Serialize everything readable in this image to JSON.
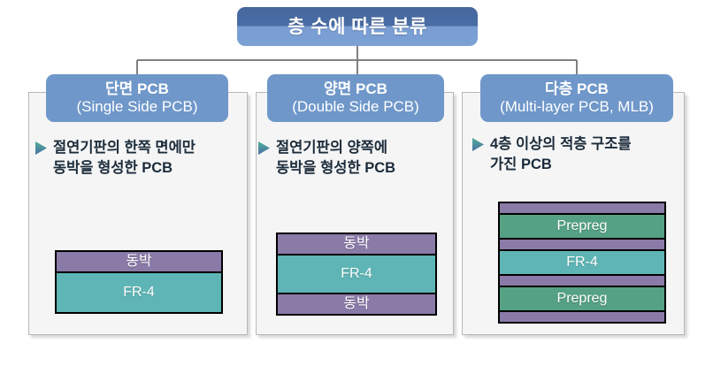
{
  "diagram": {
    "root": {
      "label": "층 수에 따른 분류"
    },
    "branches": [
      {
        "id": "single-side",
        "title_ko": "단면 PCB",
        "title_en": "(Single Side PCB)",
        "bullet": "절연기판의 한쪽 면에만\n동박을 형성한 PCB",
        "bullet_glyph": "triangle-right",
        "stack": {
          "name": "single-side-stack",
          "layers": [
            {
              "label": "동박",
              "color": "#8a7aa8",
              "height": 22
            },
            {
              "label": "FR-4",
              "color": "#5fb5b5",
              "height": 44
            }
          ]
        }
      },
      {
        "id": "double-side",
        "title_ko": "양면 PCB",
        "title_en": "(Double Side PCB)",
        "bullet": "절연기판의 양쪽에\n동박을 형성한 PCB",
        "bullet_glyph": "triangle-right",
        "stack": {
          "name": "double-side-stack",
          "layers": [
            {
              "label": "동박",
              "color": "#8a7aa8",
              "height": 22
            },
            {
              "label": "FR-4",
              "color": "#5fb5b5",
              "height": 42
            },
            {
              "label": "동박",
              "color": "#8a7aa8",
              "height": 22
            }
          ]
        }
      },
      {
        "id": "multi-layer",
        "title_ko": "다층 PCB",
        "title_en": "(Multi-layer PCB, MLB)",
        "bullet": "4층 이상의 적층 구조를\n가진 PCB",
        "bullet_glyph": "triangle-right",
        "stack": {
          "name": "multi-layer-stack",
          "layers": [
            {
              "label": "",
              "color": "#8a7aa8",
              "height": 11
            },
            {
              "label": "Prepreg",
              "color": "#55a183",
              "height": 26
            },
            {
              "label": "",
              "color": "#8a7aa8",
              "height": 11
            },
            {
              "label": "FR-4",
              "color": "#5fb5b5",
              "height": 26
            },
            {
              "label": "",
              "color": "#8a7aa8",
              "height": 11
            },
            {
              "label": "Prepreg",
              "color": "#55a183",
              "height": 26
            },
            {
              "label": "",
              "color": "#8a7aa8",
              "height": 11
            }
          ]
        }
      }
    ],
    "colors": {
      "root_box_top": "#46679e",
      "root_box_bottom": "#7ba0d4",
      "category_box": "#6f97c9",
      "panel_fill": "#f5f5f5",
      "panel_border": "#b8b8b8",
      "connector_line": "#808080",
      "copper": "#8a7aa8",
      "fr4": "#5fb5b5",
      "prepreg": "#55a183",
      "text_dark": "#1b2b3a",
      "bullet_top": "#4fae96",
      "bullet_bottom": "#4a6fa5"
    }
  }
}
